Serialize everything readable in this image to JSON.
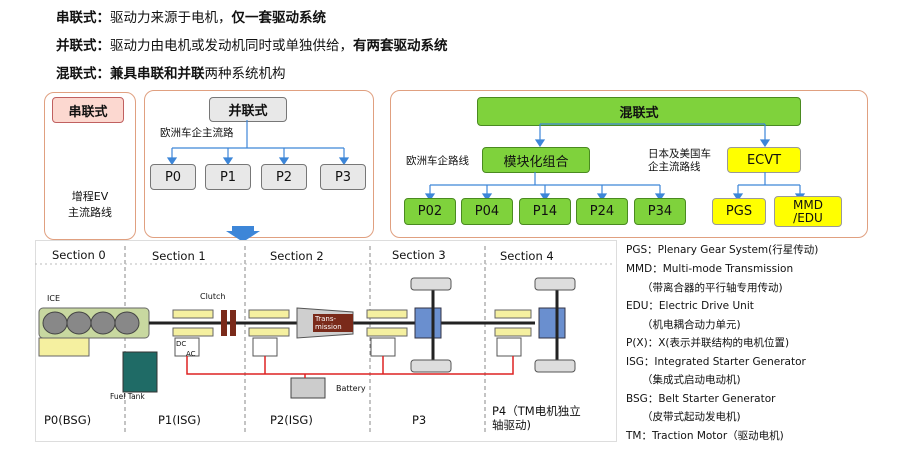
{
  "intro": {
    "line1": {
      "label": "串联式：",
      "text": "驱动力来源于电机，",
      "bold": "仅一套驱动系统"
    },
    "line2": {
      "label": "并联式：",
      "text": "驱动力由电机或发动机同时或单独供给，",
      "bold": "有两套驱动系统"
    },
    "line3": {
      "label": "混联式：",
      "bold": "兼具串联和并联",
      "text": "两种系统机构"
    }
  },
  "series": {
    "title": "串联式",
    "note": "增程EV\n主流路线"
  },
  "parallel": {
    "title": "并联式",
    "route": "欧洲车企主流路",
    "items": [
      "P0",
      "P1",
      "P2",
      "P3"
    ]
  },
  "hybrid": {
    "title": "混联式",
    "eu_route": "欧洲车企路线",
    "modular": "模块化组合",
    "jp_route": "日本及美国车\n企主流路线",
    "ecvt": "ECVT",
    "modular_items": [
      "P02",
      "P04",
      "P14",
      "P24",
      "P34"
    ],
    "ecvt_items": [
      "PGS",
      "MMD\n/EDU"
    ]
  },
  "figure": {
    "sections": [
      "Section 0",
      "Section 1",
      "Section 2",
      "Section 3",
      "Section 4"
    ],
    "labels": {
      "ice": "ICE",
      "clutch": "Clutch",
      "trans": "Trans-\nmission",
      "battery": "Battery",
      "fuel": "Fuel Tank",
      "dc": "DC",
      "ac": "AC"
    },
    "positions": [
      "P0(BSG)",
      "P1(ISG)",
      "P2(ISG)",
      "P3",
      "P4（TM电机独立\n轴驱动)"
    ]
  },
  "legend": [
    "PGS：Plenary Gear System(行星传动)",
    "MMD：Multi-mode Transmission",
    "（带离合器的平行轴专用传动)",
    "EDU：Electric Drive Unit",
    "（机电耦合动力单元)",
    "P(X)：X(表示并联结构的电机位置)",
    "ISG：Integrated Starter Generator",
    "（集成式启动电动机)",
    "BSG：Belt Starter Generator",
    "（皮带式起动发电机)",
    "TM：Traction Motor（驱动电机)"
  ],
  "colors": {
    "panel_border": "#e0a080",
    "green": "#7fd23c",
    "yellow": "#ffff00",
    "series_fill": "#fcd8d0",
    "arrow_blue": "#3d86d8"
  }
}
